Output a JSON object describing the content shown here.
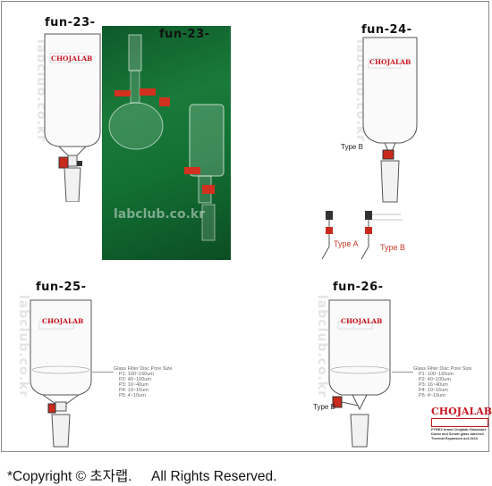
{
  "titles": {
    "t23a": "fun-23-",
    "t23b": "fun-23-",
    "t24": "fun-24-",
    "t25": "fun-25-",
    "t26": "fun-26-"
  },
  "brand": "CHOJALAB",
  "watermark_vertical": "labclub.co.kr",
  "photo_watermark": "labclub.co.kr",
  "type_labels": {
    "fun24_type_b": "Type B",
    "fun26_type_b": "Type B",
    "detail_type_a": "Type A",
    "detail_type_b": "Type B"
  },
  "pore_size": {
    "header": "Glass Filter Disc Pore Size",
    "rows": [
      "P1: 100~160um",
      "P2: 40~100um",
      "P3: 16~40um",
      "P4: 10~16um",
      "P5: 4~10um"
    ]
  },
  "brand_box": {
    "name": "CHOJALAB",
    "line1": "PYREX brand Chojalab Glassware",
    "line2": "Duran and Schott glass tube/rod",
    "line3": "Thermal Expansion a=3.3x10"
  },
  "copyright": "*Copyright © 초자랩.     All Rights Reserved.",
  "colors": {
    "brand_red": "#c8141e",
    "stopcock_red": "#c92a1e",
    "photo_green": "#137033"
  }
}
